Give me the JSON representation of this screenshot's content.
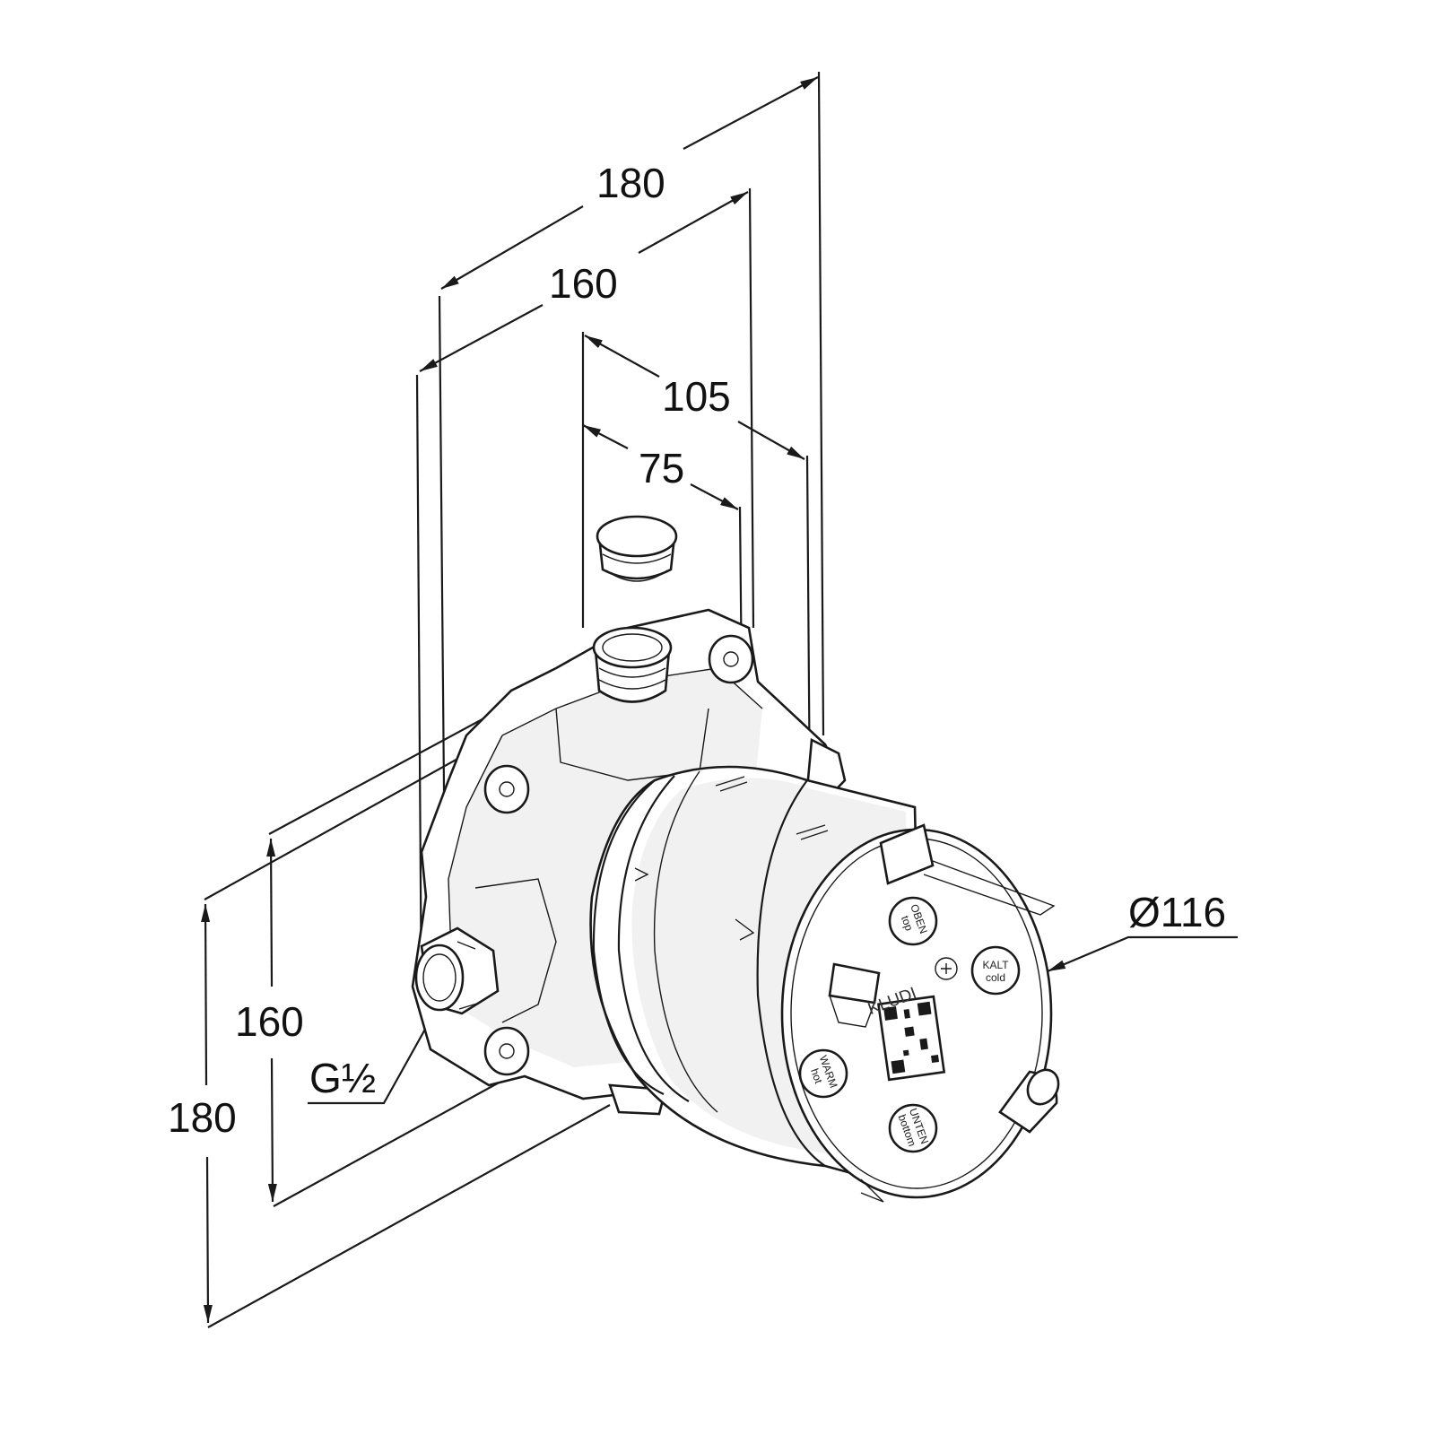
{
  "dimensions": {
    "top_width_outer": "180",
    "top_width_inner": "160",
    "top_depth_outer": "105",
    "top_depth_inner": "75",
    "left_height_inner": "160",
    "left_height_outer": "180",
    "diameter": "Ø116",
    "thread": "G½"
  },
  "front_plate": {
    "brand": "KLUDI",
    "ports": [
      {
        "line1": "OBEN",
        "line2": "top"
      },
      {
        "line1": "KALT",
        "line2": "cold"
      },
      {
        "line1": "WARM",
        "line2": "hot"
      },
      {
        "line1": "UNTEN",
        "line2": "bottom"
      }
    ]
  },
  "colors": {
    "line": "#1a1a1a",
    "background": "#ffffff"
  }
}
